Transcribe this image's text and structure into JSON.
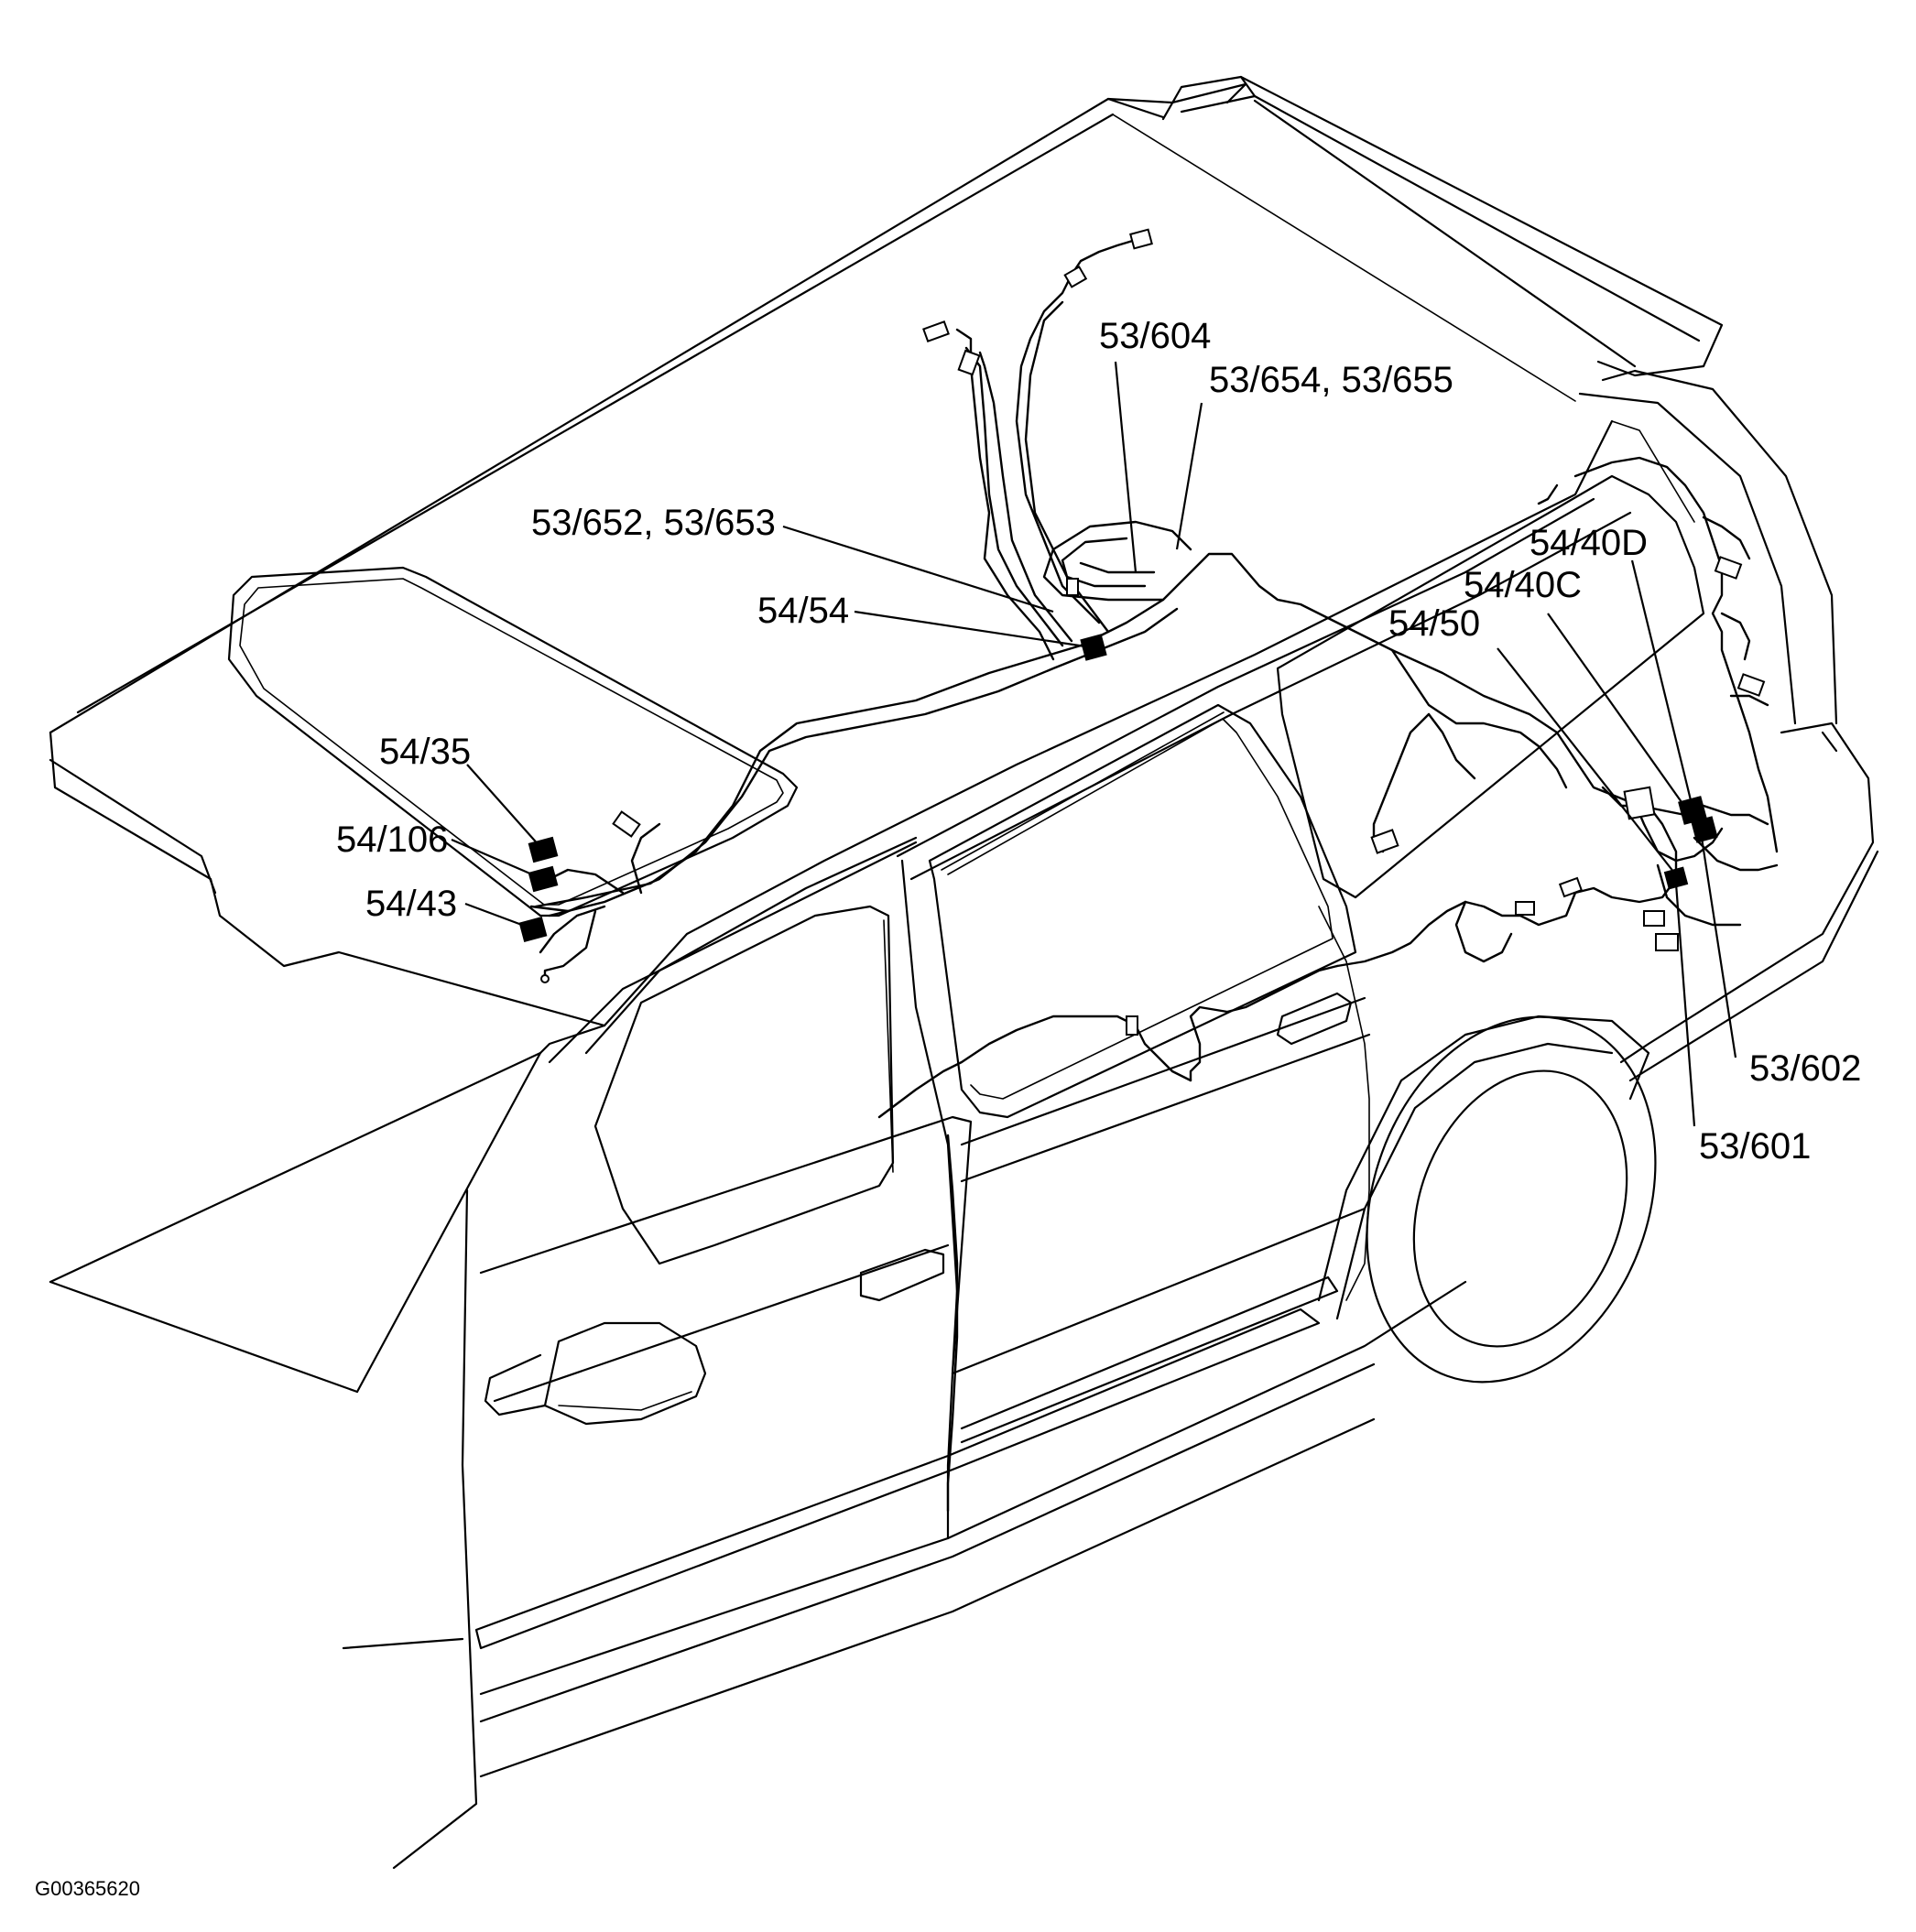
{
  "figure_id": "G00365620",
  "callouts": {
    "c53_604": "53/604",
    "c53_654_655": "53/654, 53/655",
    "c53_652_653": "53/652, 53/653",
    "c54_54": "54/54",
    "c54_40D": "54/40D",
    "c54_40C": "54/40C",
    "c54_50": "54/50",
    "c54_35": "54/35",
    "c54_106": "54/106",
    "c54_43": "54/43",
    "c53_602": "53/602",
    "c53_601": "53/601"
  }
}
